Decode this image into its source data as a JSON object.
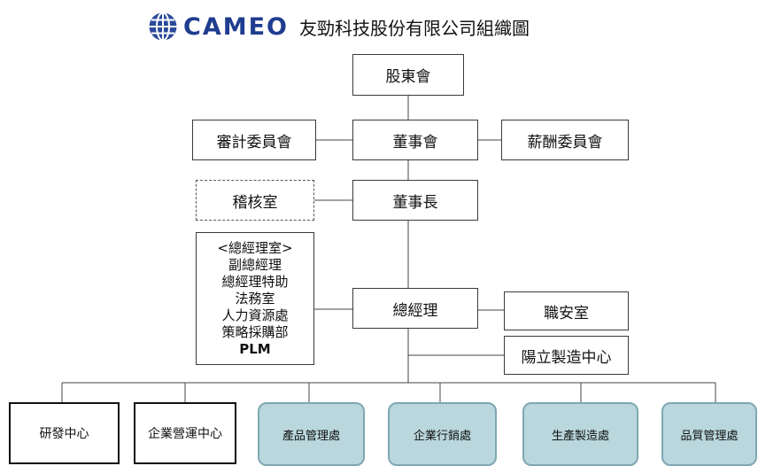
{
  "header": {
    "brand": "CAMEO",
    "title": "友勁科技股份有限公司組織圖",
    "logo_icon": "globe-icon",
    "brand_color": "#1f3d8f"
  },
  "nodes": {
    "shareholders": "股東會",
    "audit_committee": "審計委員會",
    "board": "董事會",
    "remuneration_committee": "薪酬委員會",
    "audit_office": "稽核室",
    "chairman": "董事長",
    "gm_office_items": [
      "<總經理室>",
      "副總經理",
      "總經理特助",
      "法務室",
      "人力資源處",
      "策略採購部",
      "PLM"
    ],
    "general_manager": "總經理",
    "safety_office": "職安室",
    "yangli_center": "陽立製造中心",
    "divisions": {
      "rd_center": "研發中心",
      "operations_center": "企業營運中心",
      "product_management": "產品管理處",
      "marketing": "企業行銷處",
      "production": "生產製造處",
      "quality": "品質管理處"
    }
  },
  "colors": {
    "division_fill": "#b9d7dd",
    "division_border": "#7fa7b3",
    "line": "#444444"
  }
}
